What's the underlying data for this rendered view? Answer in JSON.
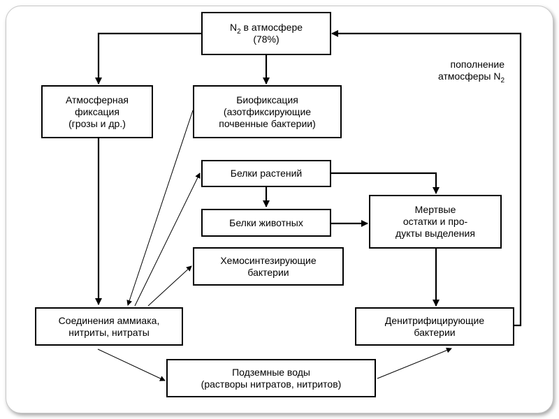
{
  "boxes": {
    "n2": {
      "main": "N",
      "sub": "2",
      "rest": " в атмосфере",
      "line2": "(78%)"
    },
    "atm_fix": "Атмосферная\nфиксация\n(грозы и др.)",
    "bio_fix": "Биофиксация\n(азотфиксирующие\nпочвенные бактерии)",
    "plant_protein": "Белки растений",
    "animal_protein": "Белки животных",
    "dead_remains": "Мертвые\nостатки и про-\nдукты выделения",
    "chemosynth": "Хемосинтезирующие\nбактерии",
    "ammonia": "Соединения аммиака,\nнитриты, нитраты",
    "denitrifying": "Денитрифицирующие\nбактерии",
    "groundwater": "Подземные воды\n(растворы нитратов, нитритов)"
  },
  "note": {
    "text": "пополнение\nатмосферы N",
    "sub": "2"
  }
}
